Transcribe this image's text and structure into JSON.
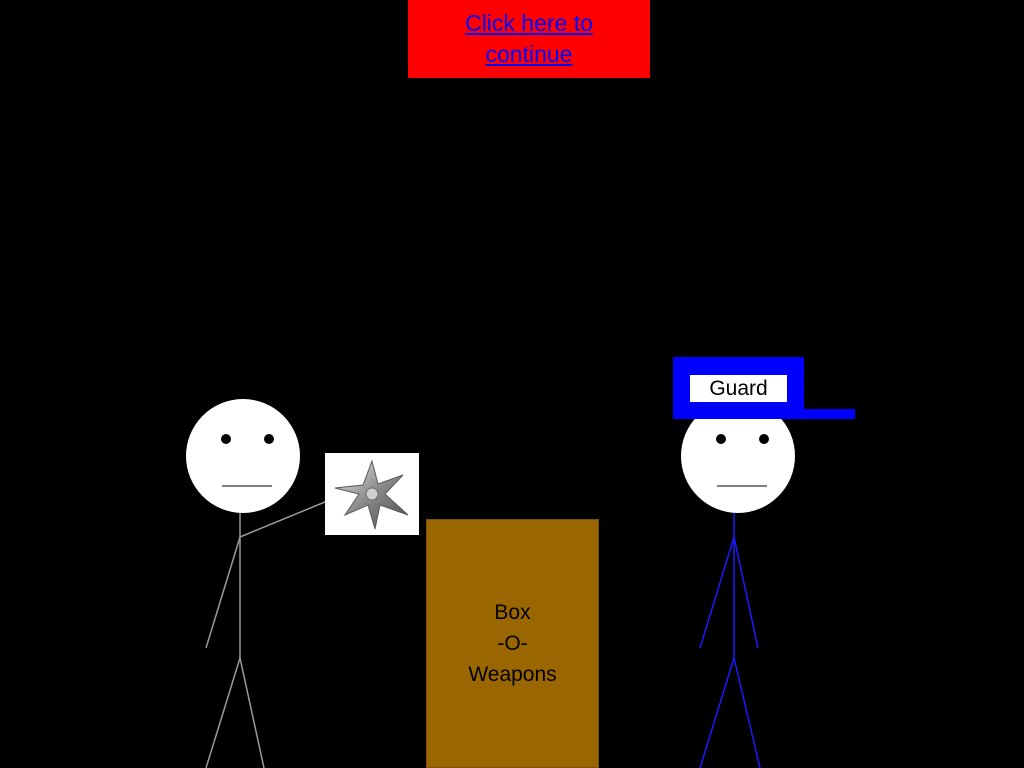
{
  "continue_link": {
    "label": "Click here to continue"
  },
  "weapons_box": {
    "label": "Box\n-O-\nWeapons"
  },
  "guard": {
    "badge": "Guard"
  },
  "colors": {
    "background": "#000000",
    "continue_box": "#ff0000",
    "link": "#0000ff",
    "weapons_box": "#996600",
    "guard_cap": "#0000ff",
    "player_body": "#9a9a9a",
    "guard_body": "#1a1aff"
  },
  "icons": {
    "held_item": "shuriken-icon"
  }
}
